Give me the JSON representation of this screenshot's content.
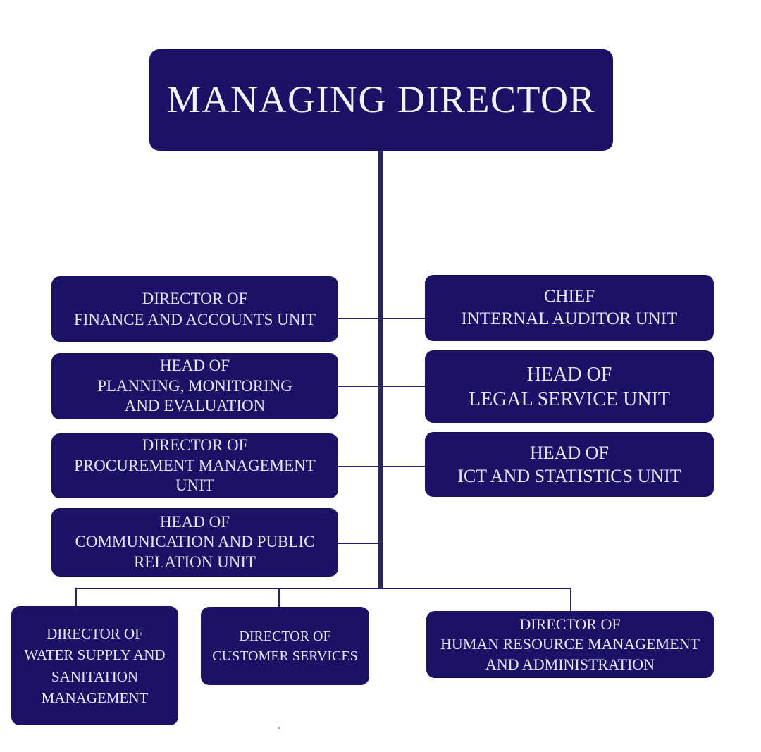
{
  "colors": {
    "box_fill": "#1b1166",
    "connector": "#282470",
    "box_text": "#e8e6f4",
    "root_text": "#f3f2fa",
    "background": "#ffffff"
  },
  "org": {
    "root": {
      "label": "MANAGING DIRECTOR"
    },
    "left_column": [
      {
        "lines": [
          "DIRECTOR OF",
          "FINANCE AND ACCOUNTS UNIT"
        ]
      },
      {
        "lines": [
          "HEAD OF",
          "PLANNING, MONITORING",
          "AND EVALUATION"
        ]
      },
      {
        "lines": [
          "DIRECTOR OF",
          "PROCUREMENT MANAGEMENT",
          "UNIT"
        ]
      },
      {
        "lines": [
          "HEAD OF",
          "COMMUNICATION AND PUBLIC",
          "RELATION UNIT"
        ]
      }
    ],
    "right_column": [
      {
        "lines": [
          "CHIEF",
          "INTERNAL AUDITOR UNIT"
        ]
      },
      {
        "lines": [
          "HEAD OF",
          "LEGAL SERVICE UNIT"
        ]
      },
      {
        "lines": [
          "HEAD OF",
          "ICT AND STATISTICS UNIT"
        ]
      }
    ],
    "bottom_row": [
      {
        "lines": [
          "DIRECTOR OF",
          "WATER SUPPLY AND",
          "SANITATION",
          "MANAGEMENT"
        ]
      },
      {
        "lines": [
          "DIRECTOR OF",
          "CUSTOMER SERVICES"
        ]
      },
      {
        "lines": [
          "DIRECTOR OF",
          "HUMAN RESOURCE MANAGEMENT",
          "AND ADMINISTRATION"
        ]
      }
    ]
  }
}
